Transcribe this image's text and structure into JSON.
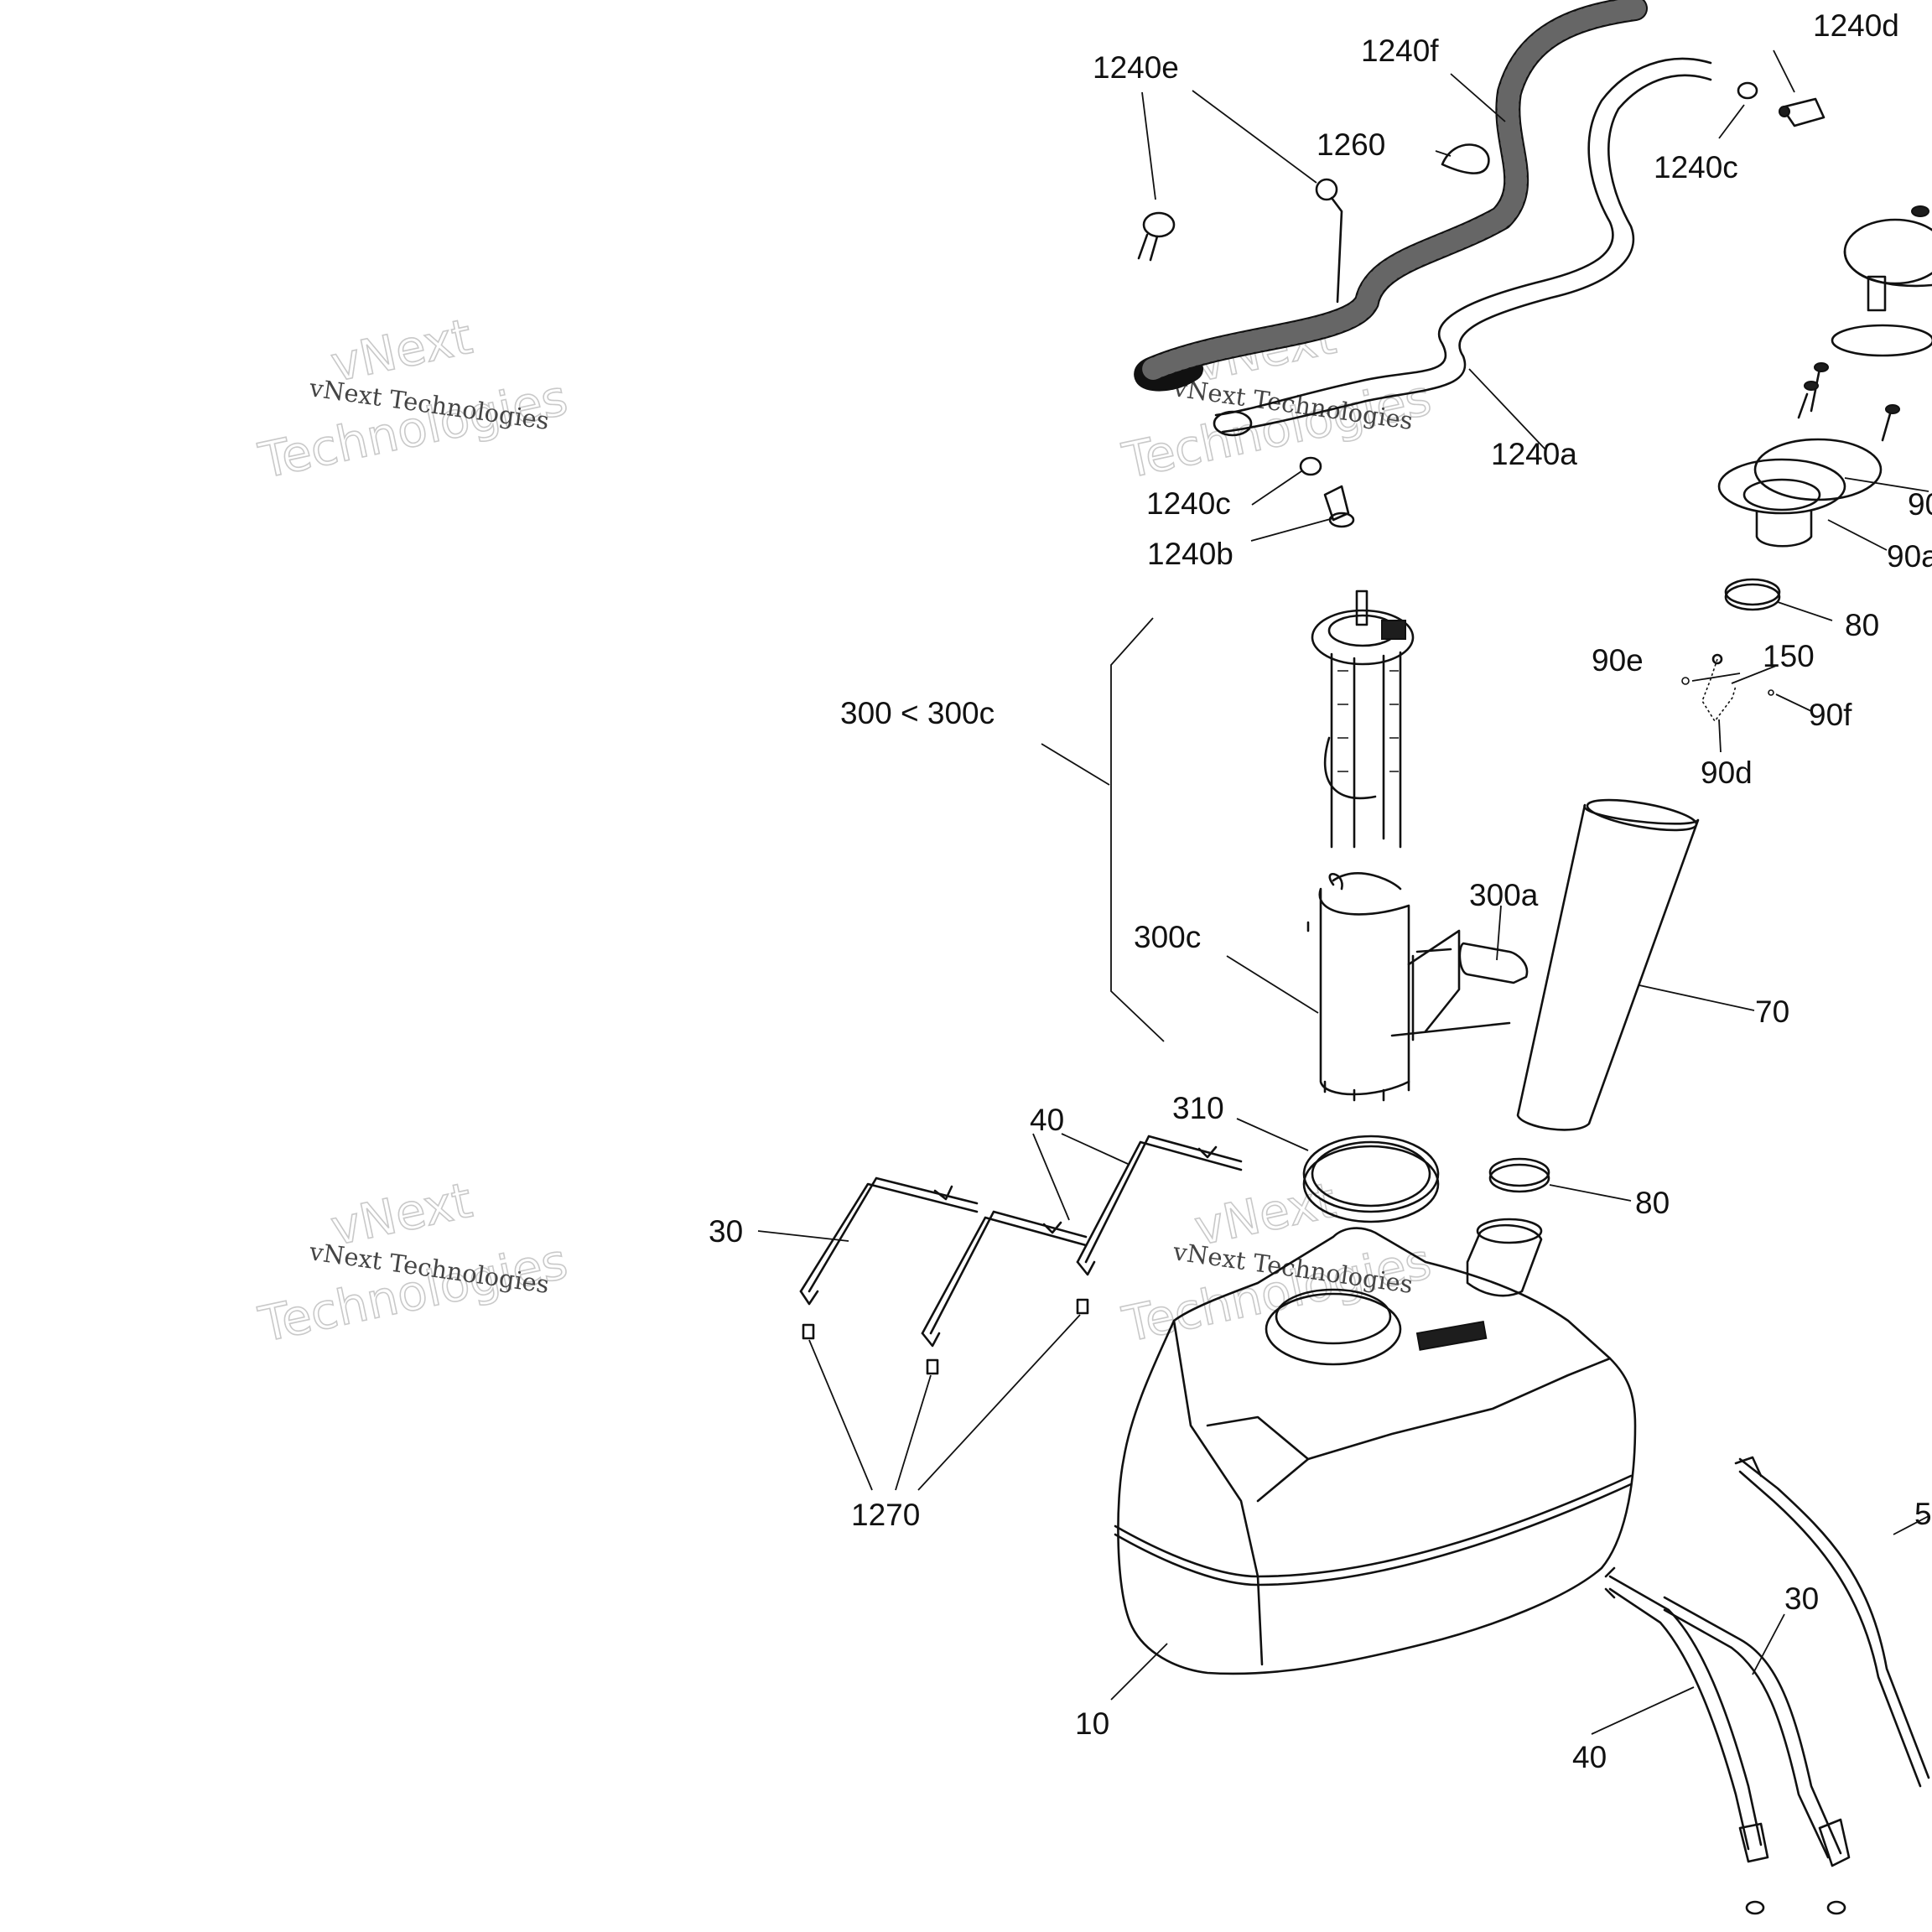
{
  "diagram": {
    "labels": {
      "l1240e": "1240e",
      "l1240f": "1240f",
      "l1240d": "1240d",
      "l1260": "1260",
      "l1240c_top": "1240c",
      "l1240a": "1240a",
      "l1240c": "1240c",
      "l1240b": "1240b",
      "l300_300c": "300 < 300c",
      "l90e": "90e",
      "l150": "150",
      "l90f": "90f",
      "l90d": "90d",
      "l80_top": "80",
      "l90a": "90a",
      "l90_cut": "90",
      "l300a": "300a",
      "l300c": "300c",
      "l70": "70",
      "l310": "310",
      "l40_top": "40",
      "l30_left": "30",
      "l80_mid": "80",
      "l1270": "1270",
      "l10": "10",
      "l30_right": "30",
      "l40_bottom": "40",
      "l5_cut": "5"
    },
    "watermarks": {
      "brand": "vNext",
      "technologies": "Technologies",
      "full": "vNext Technologies"
    }
  }
}
